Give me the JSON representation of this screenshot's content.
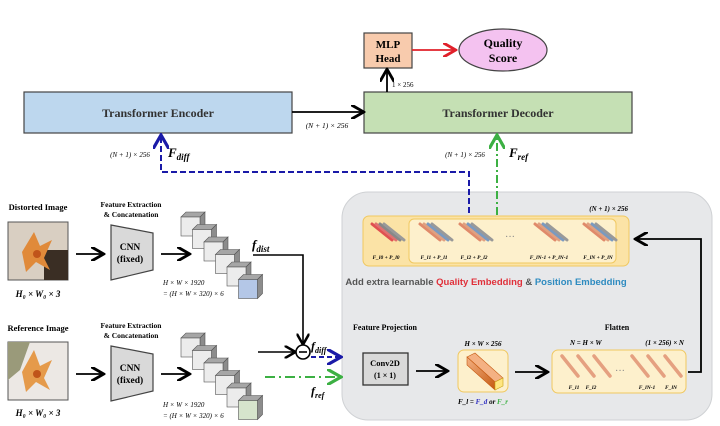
{
  "encoder": {
    "label": "Transformer Encoder",
    "input_dim": "(N + 1) × 256",
    "input_name": "F",
    "input_sub": "diff"
  },
  "decoder": {
    "label": "Transformer Decoder",
    "input_dim": "(N + 1) × 256",
    "input_name": "F",
    "input_sub": "ref",
    "output_dim": "1 × 256"
  },
  "enc_to_dec_dim": "(N + 1) × 256",
  "mlp_head": {
    "line1": "MLP",
    "line2": "Head"
  },
  "quality_score": {
    "line1": "Quality",
    "line2": "Score"
  },
  "distorted": {
    "title": "Distorted Image",
    "dim": "H₀ × W₀ × 3",
    "fe_line1": "Feature Extraction",
    "fe_line2": "& Concatenation",
    "cnn1": "CNN",
    "cnn2": "(fixed)",
    "feat_dim1": "H × W × 1920",
    "feat_dim2": "= (H × W × 320) × 6",
    "feat_name": "f",
    "feat_sub": "dist"
  },
  "reference": {
    "title": "Reference Image",
    "dim": "H₀ × W₀ × 3",
    "fe_line1": "Feature Extraction",
    "fe_line2": "& Concatenation",
    "cnn1": "CNN",
    "cnn2": "(fixed)",
    "feat_dim1": "H × W × 1920",
    "feat_dim2": "= (H × W × 320) × 6",
    "feat_name": "f",
    "feat_sub": "ref"
  },
  "diff": {
    "name": "f",
    "sub": "diff"
  },
  "embedding": {
    "dim": "(N + 1) × 256",
    "tokens": [
      "F_l0 + P_l0",
      "F_l1 + P_l1",
      "F_l2 + P_l2",
      "F_lN-1 + P_lN-1",
      "F_lN + P_lN"
    ],
    "ellipsis": "···",
    "caption_pre": "Add extra learnable ",
    "caption_quality": "Quality Embedding",
    "caption_amp": " & ",
    "caption_position": "Position Embedding"
  },
  "projection": {
    "title": "Feature Projection",
    "conv1": "Conv2D",
    "conv2": "(1 × 1)",
    "cube_dim": "H × W × 256",
    "fl_eq": "F_l = ",
    "fl_d": "F_d",
    "fl_or": " or ",
    "fl_r": "F_r"
  },
  "flatten": {
    "title": "Flatten",
    "n_eq": "N = H × W",
    "dim": "(1 × 256) × N",
    "tokens": [
      "F_l1",
      "F_l2",
      "F_lN-1",
      "F_lN"
    ],
    "ellipsis": "···"
  },
  "colors": {
    "encoder": "#bdd7ee",
    "decoder": "#c5e0b4",
    "mlp": "#f8cbad",
    "score": "#f4c2f0",
    "panel": "#e7e8ea",
    "diff_arrow": "#1a1aa8",
    "ref_arrow": "#3cb043",
    "quality": "#e0303a",
    "position": "#2e8bc0"
  }
}
